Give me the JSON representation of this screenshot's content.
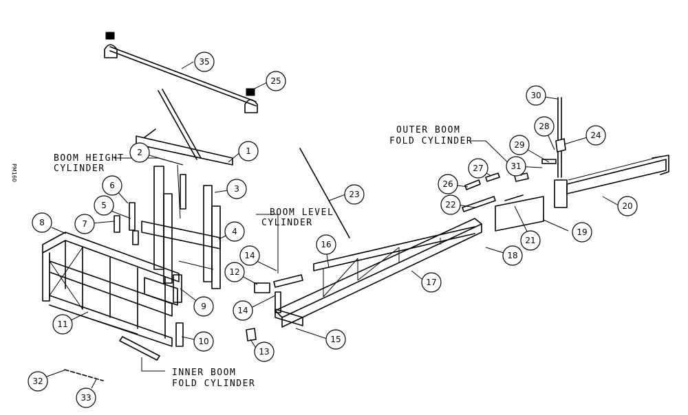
{
  "drawing_code": "PM160",
  "callouts": [
    "1",
    "2",
    "3",
    "4",
    "5",
    "6",
    "7",
    "8",
    "9",
    "10",
    "11",
    "12",
    "13",
    "14",
    "14",
    "15",
    "16",
    "17",
    "18",
    "19",
    "20",
    "21",
    "22",
    "23",
    "24",
    "25",
    "26",
    "27",
    "28",
    "29",
    "30",
    "31",
    "32",
    "33",
    "35"
  ],
  "notes": {
    "boom_height_l1": "BOOM HEIGHT",
    "boom_height_l2": "CYLINDER",
    "boom_level_l1": "BOOM LEVEL",
    "boom_level_l2": "CYLINDER",
    "outer_boom_l1": "OUTER BOOM",
    "outer_boom_l2": "FOLD CYLINDER",
    "inner_boom_l1": "INNER BOOM",
    "inner_boom_l2": "FOLD CYLINDER"
  }
}
